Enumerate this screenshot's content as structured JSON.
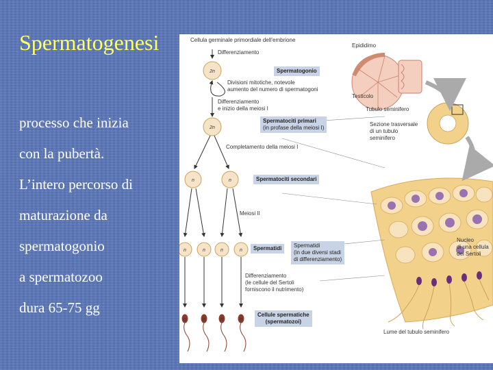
{
  "slide": {
    "title": "Spermatogenesi",
    "body_lines": [
      "processo che inizia",
      "con la pubertà.",
      "L’intero percorso di",
      "maturazione da",
      "spermatogonio",
      "a spermatozoo",
      "dura 65-75 gg"
    ]
  },
  "figure": {
    "labels": {
      "primordial": "Cellula germinale primordiale dell’embrione",
      "diff1": "Differenziamento",
      "mitotic_1": "Divisioni mitotiche, notevole",
      "mitotic_2": "aumento del numero di spermatogoni",
      "diff2_1": "Differenziamento",
      "diff2_2": "e inizio della meiosi I",
      "complete_meiosis": "Completamento della meiosi I",
      "meiosis2": "Meiosi II",
      "diff3_1": "Differenziamento",
      "diff3_2": "(le cellule del Sertoli",
      "diff3_3": "forniscono il nutrimento)",
      "epididymis": "Epididimo",
      "testis": "Testicolo",
      "tubule": "Tubulo seminifero",
      "section_1": "Sezione trasversale",
      "section_2": "di un tubulo",
      "section_3": "seminifero",
      "nucleus_1": "Nucleo",
      "nucleus_2": "di una cellula",
      "nucleus_3": "del Sertoli",
      "lumen": "Lume del tubulo seminifero"
    },
    "boxes": {
      "spermatogonium": "Spermatogonio",
      "primary_1": "Spermatociti primari",
      "primary_2": "(in profase della meiosi I)",
      "secondary": "Spermatociti secondari",
      "spermatids": "Spermatidi",
      "spermatids_note_1": "Spermatidi",
      "spermatids_note_2": "(in due diversi stadi",
      "spermatids_note_3": "di differenziamento)",
      "sperm_1": "Cellule spermatiche",
      "sperm_2": "(spermatozoi)"
    },
    "ploidy": {
      "diploid": "2n",
      "haploid": "n"
    },
    "colors": {
      "background": "#5b76b8",
      "title": "#ffff66",
      "label_box": "#c9d3e6",
      "cell": "#f6e3c8",
      "sperm_head": "#8a3a2a",
      "tubule": "#f2d28a",
      "nucleus": "#8c5fb0"
    }
  }
}
